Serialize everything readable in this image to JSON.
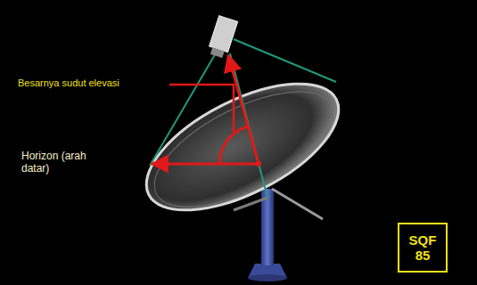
{
  "diagram": {
    "nodes": [
      {
        "text": [
          "SQF 85"
        ]
      }
    ],
    "labels": [
      "Besarnya sudut elevasi",
      "Horizon (arah datar)"
    ]
  }
}
